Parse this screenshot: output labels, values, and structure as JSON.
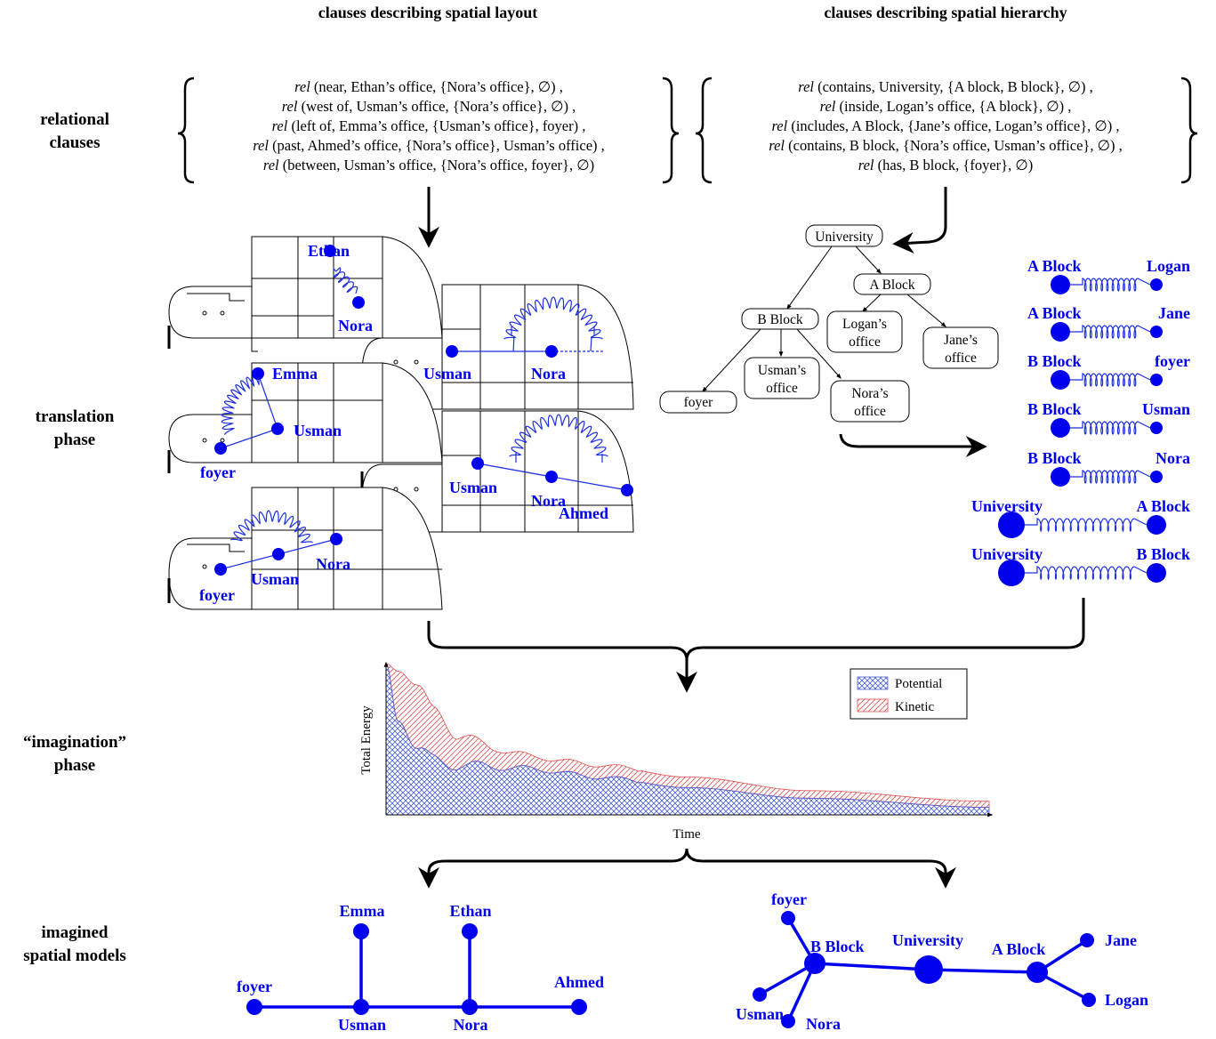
{
  "headers": {
    "layout": "clauses describing spatial layout",
    "hierarchy": "clauses describing spatial hierarchy"
  },
  "row_labels": {
    "relational": [
      "relational",
      "clauses"
    ],
    "translation": [
      "translation",
      "phase"
    ],
    "imagination": [
      "“imagination”",
      "phase"
    ],
    "imagined": [
      "imagined",
      "spatial models"
    ]
  },
  "layout_clauses": [
    {
      "rel": "rel",
      "args": "(near, Ethan’s office, {Nora’s office}, ∅) ,"
    },
    {
      "rel": "rel",
      "args": "(west of, Usman’s office, {Nora’s office}, ∅) ,"
    },
    {
      "rel": "rel",
      "args": "(left of, Emma’s office, {Usman’s office}, foyer) ,"
    },
    {
      "rel": "rel",
      "args": "(past, Ahmed’s office, {Nora’s office}, Usman’s office) ,"
    },
    {
      "rel": "rel",
      "args": "(between, Usman’s office, {Nora’s office, foyer}, ∅)"
    }
  ],
  "hierarchy_clauses": [
    {
      "rel": "rel",
      "args": "(contains, University, {A block, B block}, ∅) ,"
    },
    {
      "rel": "rel",
      "args": "(inside, Logan’s office, {A block}, ∅) ,"
    },
    {
      "rel": "rel",
      "args": "(includes, A Block, {Jane’s office, Logan’s office}, ∅) ,"
    },
    {
      "rel": "rel",
      "args": "(contains, B block, {Nora’s office, Usman’s office}, ∅) ,"
    },
    {
      "rel": "rel",
      "args": "(has, B block, {foyer}, ∅)"
    }
  ],
  "floorplan_labels": {
    "plan1": [
      "Ethan",
      "Nora"
    ],
    "plan2": [
      "Usman",
      "Nora"
    ],
    "plan3": [
      "Emma",
      "Usman",
      "foyer"
    ],
    "plan4": [
      "Usman",
      "Nora",
      "Ahmed"
    ],
    "plan5": [
      "Usman",
      "Nora",
      "foyer"
    ]
  },
  "tree": {
    "root": "University",
    "a_block": "A Block",
    "b_block": "B Block",
    "logan": [
      "Logan’s",
      "office"
    ],
    "jane": [
      "Jane’s",
      "office"
    ],
    "foyer": "foyer",
    "usman": [
      "Usman’s",
      "office"
    ],
    "nora": [
      "Nora’s",
      "office"
    ]
  },
  "springs": [
    {
      "left": "A Block",
      "right": "Logan"
    },
    {
      "left": "A Block",
      "right": "Jane"
    },
    {
      "left": "B Block",
      "right": "foyer"
    },
    {
      "left": "B Block",
      "right": "Usman"
    },
    {
      "left": "B Block",
      "right": "Nora"
    },
    {
      "left": "University",
      "right": "A Block"
    },
    {
      "left": "University",
      "right": "B Block"
    }
  ],
  "chart_data": {
    "type": "area",
    "xlabel": "Time",
    "ylabel": "Total Energy",
    "legend": [
      "Potential",
      "Kinetic"
    ],
    "legend_position": "top-right",
    "ticks": "none",
    "x": [
      0,
      0.02,
      0.05,
      0.08,
      0.12,
      0.18,
      0.25,
      0.35,
      0.5,
      0.7,
      1.0
    ],
    "series": [
      {
        "name": "Potential",
        "values": [
          1.0,
          0.62,
          0.44,
          0.36,
          0.33,
          0.32,
          0.3,
          0.25,
          0.18,
          0.11,
          0.05
        ]
      },
      {
        "name": "Kinetic",
        "values": [
          0.0,
          0.33,
          0.42,
          0.32,
          0.2,
          0.12,
          0.08,
          0.08,
          0.07,
          0.05,
          0.04
        ]
      }
    ],
    "colors": {
      "Potential": "#4a5fd8",
      "Kinetic": "#e05050"
    }
  },
  "layout_model": {
    "nodes": [
      "foyer",
      "Usman",
      "Nora",
      "Ahmed",
      "Emma",
      "Ethan"
    ]
  },
  "hierarchy_model": {
    "nodes": [
      "foyer",
      "B Block",
      "University",
      "A Block",
      "Jane",
      "Logan",
      "Usman",
      "Nora"
    ]
  }
}
